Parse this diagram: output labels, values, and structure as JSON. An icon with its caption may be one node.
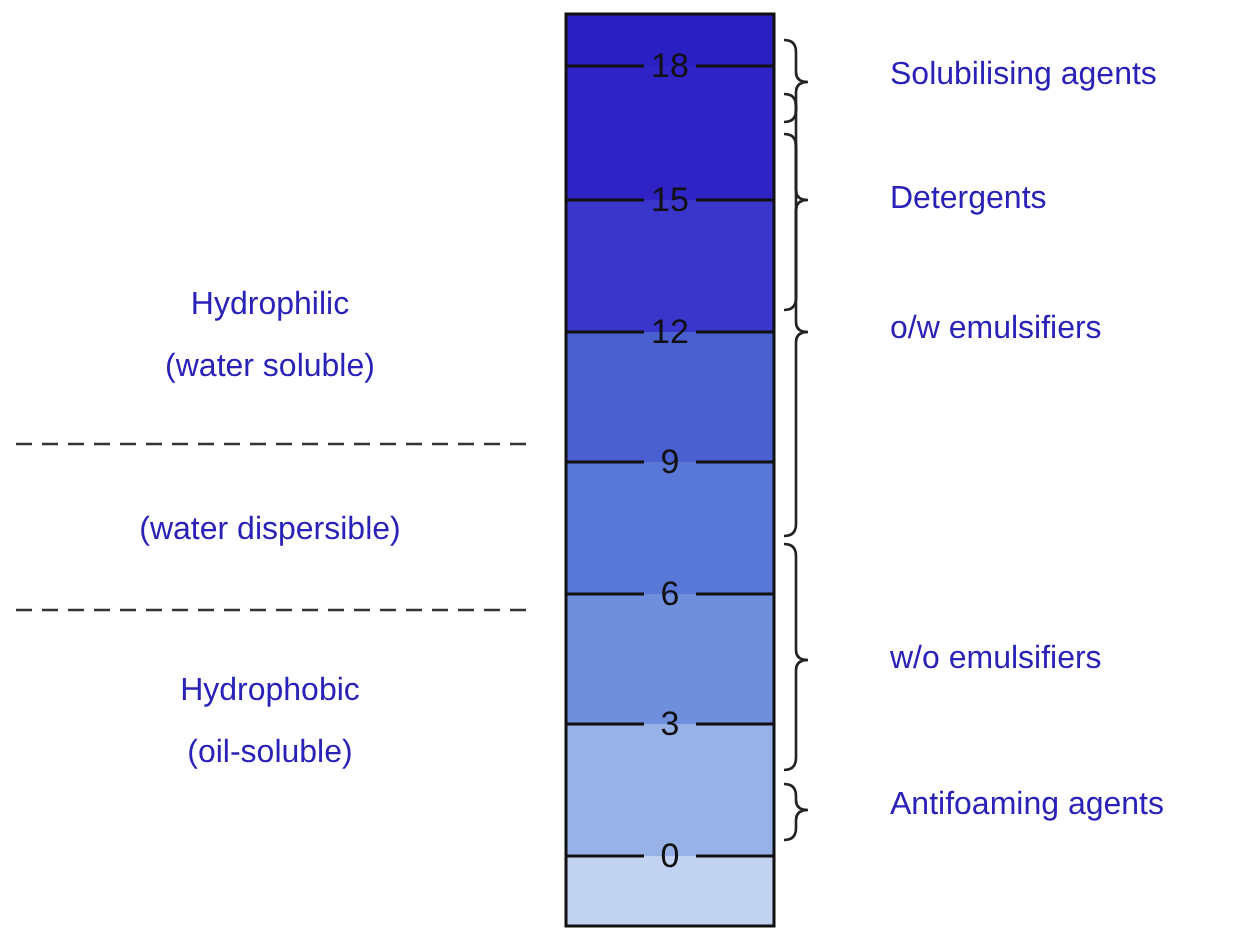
{
  "diagram": {
    "labels": [
      "Hydrophilic (water soluble)",
      "(water dispersible)",
      "Hydrophobic (oil-soluble)",
      "18",
      "15",
      "12",
      "9",
      "6",
      "3",
      "0",
      "Solubilising agents",
      "Detergents",
      "o/w emulsifiers",
      "w/o emulsifiers",
      "Antifoaming agents"
    ]
  }
}
